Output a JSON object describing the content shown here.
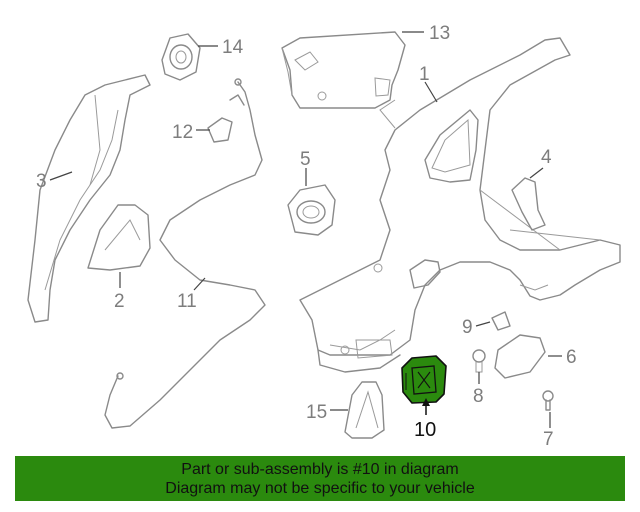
{
  "callouts": [
    "1",
    "2",
    "3",
    "4",
    "5",
    "6",
    "7",
    "8",
    "9",
    "10",
    "11",
    "12",
    "13",
    "14",
    "15"
  ],
  "highlight": {
    "part": "10",
    "color": "#2b8a0e"
  },
  "banner": {
    "line1": "Part or sub-assembly is #10 in diagram",
    "line2": "Diagram may not be specific to your vehicle",
    "color": "#2b8a0e"
  }
}
